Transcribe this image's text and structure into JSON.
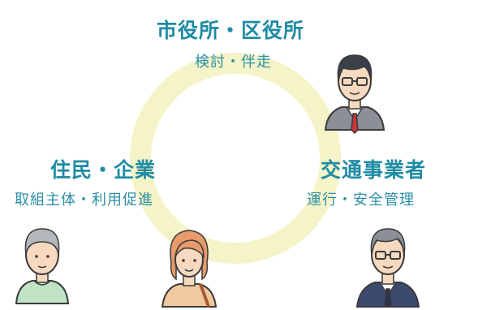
{
  "colors": {
    "title_text": "#1f8ba3",
    "sub_text": "#2b8fa6",
    "cycle_ring": "#f4f4c8",
    "outline": "#3a3a3a",
    "skin": "#f6d9bf",
    "hair_dark": "#3b3f4a",
    "hair_gray": "#b4b8bd",
    "hair_orange": "#e79a6a",
    "suit_gray": "#8d8f98",
    "suit_navy": "#3b4a6e",
    "shirt_green": "#bfe3c4",
    "top_tan": "#f0c9a0",
    "tie_red": "#c9353b"
  },
  "stakeholders": {
    "city": {
      "title": "市役所・区役所",
      "role": "検討・伴走",
      "icon": "businessman-glasses-icon"
    },
    "residents": {
      "title": "住民・企業",
      "role": "取組主体・利用促進",
      "icons": [
        "elderly-man-icon",
        "woman-icon"
      ]
    },
    "transport": {
      "title": "交通事業者",
      "role": "運行・安全管理",
      "icon": "senior-businessman-icon"
    }
  }
}
